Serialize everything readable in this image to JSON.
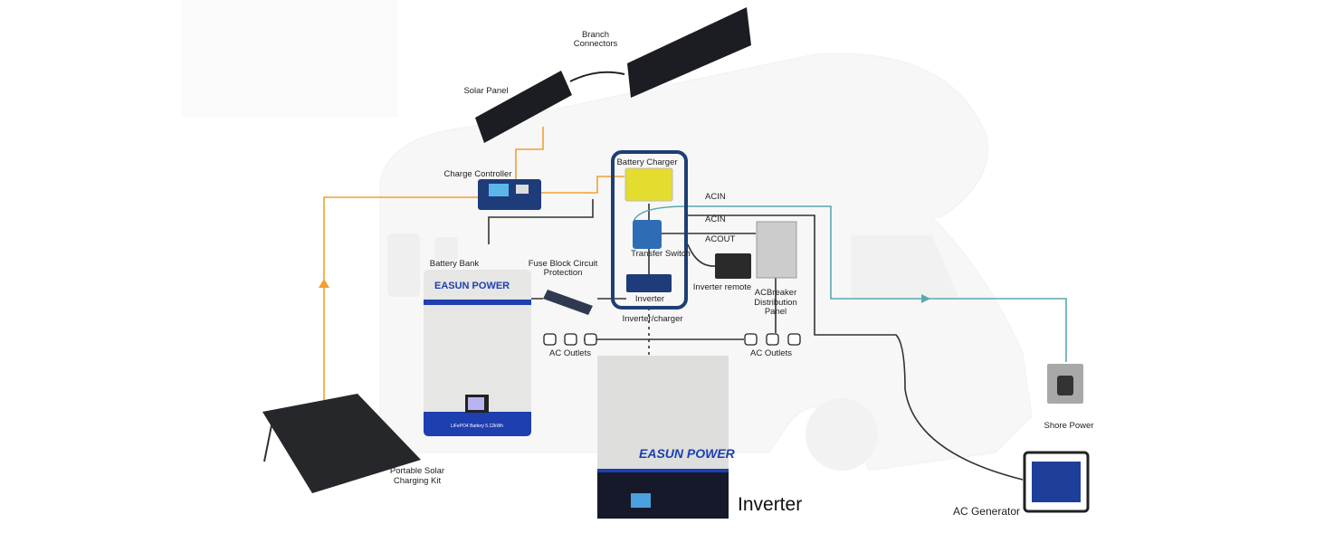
{
  "labels": {
    "branch_connectors": [
      "Branch",
      "Connectors"
    ],
    "solar_panel": "Solar Panel",
    "charge_controller": "Charge Controller",
    "battery_charger": "Battery Charger",
    "acin_1": "ACIN",
    "acin_2": "ACIN",
    "acout": "ACOUT",
    "transfer_switch": "Transfer Switch",
    "inverter_small": "Inverter",
    "inverter_charger": "Inverter/charger",
    "inverter_remote": "Inverter remote",
    "ac_breaker": [
      "ACBreaker",
      "Distribution",
      "Panel"
    ],
    "battery_bank": "Battery Bank",
    "fuse_block": [
      "Fuse Block Circuit",
      "Protection"
    ],
    "ac_outlets_left": "AC Outlets",
    "ac_outlets_right": "AC Outlets",
    "shore_power": "Shore Power",
    "ac_generator": "AC Generator",
    "portable_solar": [
      "Portable Solar",
      "Charging Kit"
    ],
    "inverter_big": "Inverter"
  },
  "battery_product": {
    "brand": "EASUN POWER",
    "model": "LiFePO4 Battery 5.12kWh"
  },
  "inverter_product": {
    "brand": "EASUN POWER"
  },
  "colors": {
    "solar_line": "#f0a030",
    "shore_line": "#5aa8b0",
    "dc_line": "#333333",
    "frame": "#1d3f73",
    "brand_blue": "#1e3fb0"
  }
}
